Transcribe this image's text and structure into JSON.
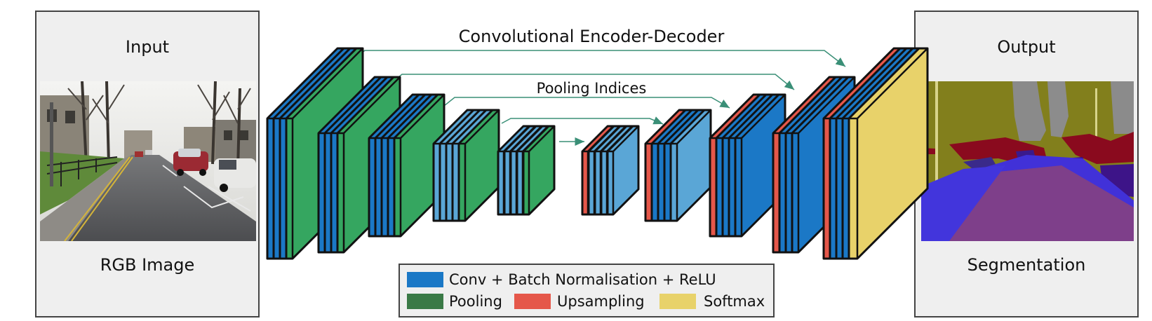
{
  "input_panel": {
    "title": "Input",
    "caption": "RGB Image"
  },
  "output_panel": {
    "title": "Output",
    "caption": "Segmentation"
  },
  "diagram": {
    "title": "Convolutional Encoder-Decoder",
    "skip_label": "Pooling Indices",
    "colors": {
      "conv": "#1b78c6",
      "conv_light": "#5aa6d6",
      "pooling": "#35a660",
      "upsampling": "#e5574a",
      "softmax": "#e8d26a",
      "arrow": "#3a8f77"
    }
  },
  "legend": {
    "items": [
      {
        "label": "Conv + Batch Normalisation + ReLU",
        "color": "#1b78c6"
      },
      {
        "label": "Pooling",
        "color": "#3a7a46"
      },
      {
        "label": "Upsampling",
        "color": "#e5574a"
      },
      {
        "label": "Softmax",
        "color": "#e8d26a"
      }
    ]
  }
}
